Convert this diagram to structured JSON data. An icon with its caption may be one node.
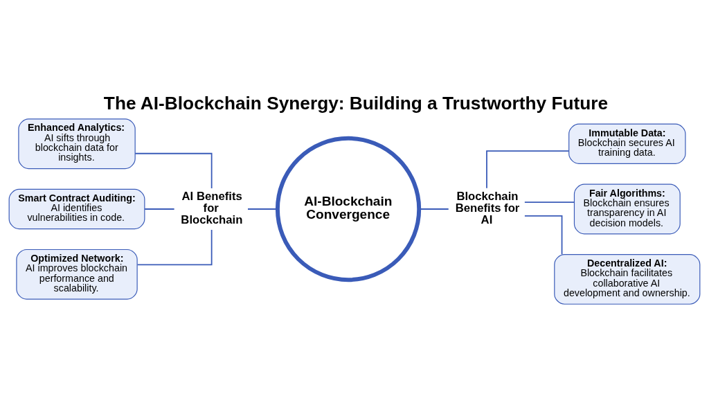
{
  "diagram": {
    "title": "The AI-Blockchain Synergy: Building a Trustworthy Future",
    "nodes": [
      {
        "text": [
          "AI-Blockchain Convergence"
        ]
      },
      {
        "text": [
          "AI Benefits for Blockchain"
        ]
      },
      {
        "text": [
          "Blockchain Benefits for AI"
        ]
      },
      {
        "text": [
          "Enhanced Analytics:",
          "AI sifts through blockchain data for insights."
        ]
      },
      {
        "text": [
          "Smart Contract Auditing:",
          "AI identifies vulnerabilities in code."
        ]
      },
      {
        "text": [
          "Optimized Network:",
          "AI improves blockchain performance and scalability."
        ]
      },
      {
        "text": [
          "Immutable Data:",
          "Blockchain secures AI training data."
        ]
      },
      {
        "text": [
          "Fair Algorithms:",
          "Blockchain ensures transparency in AI decision models."
        ]
      },
      {
        "text": [
          "Decentralized AI:",
          "Blockchain facilitates collaborative AI development and ownership."
        ]
      }
    ],
    "edges": [
      {
        "from": 3,
        "to": 1,
        "arrow": "none"
      },
      {
        "from": 4,
        "to": 1,
        "arrow": "none"
      },
      {
        "from": 5,
        "to": 1,
        "arrow": "none"
      },
      {
        "from": 1,
        "to": 0,
        "arrow": "none"
      },
      {
        "from": 0,
        "to": 2,
        "arrow": "none"
      },
      {
        "from": 2,
        "to": 6,
        "arrow": "none"
      },
      {
        "from": 2,
        "to": 7,
        "arrow": "none"
      },
      {
        "from": 2,
        "to": 8,
        "arrow": "none"
      }
    ]
  }
}
